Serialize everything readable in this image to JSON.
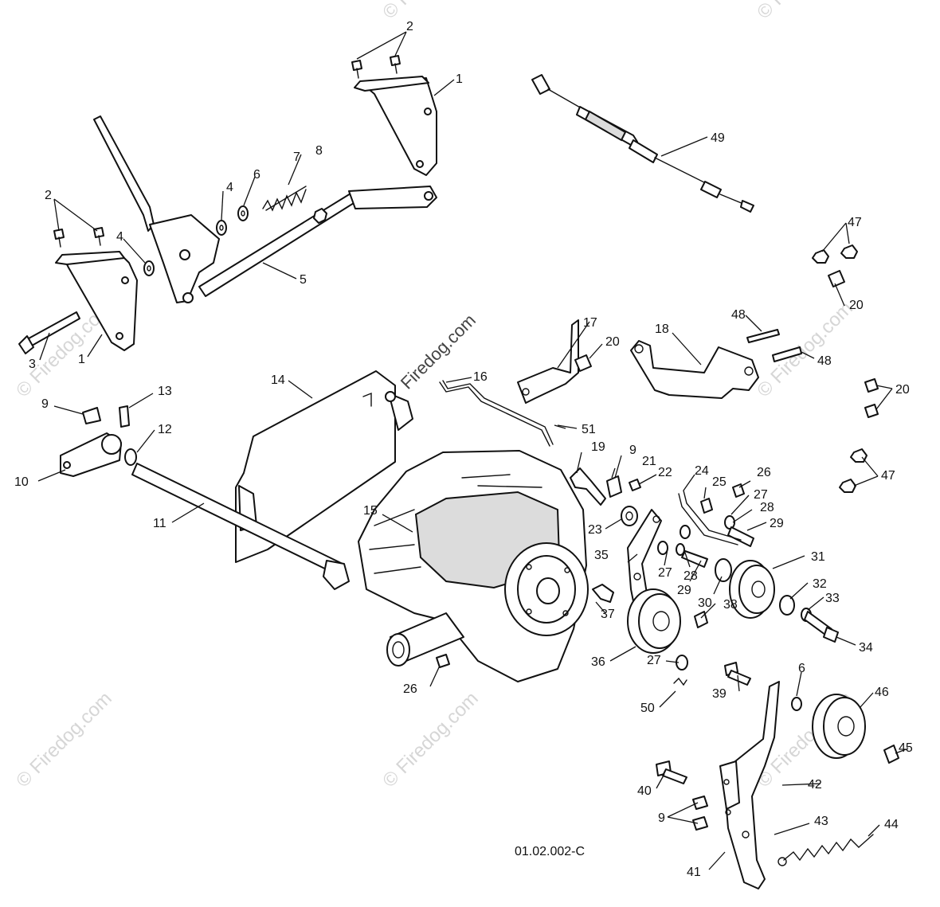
{
  "diagram": {
    "drawing_id": "01.02.002-C",
    "watermark": "© Firedog.com",
    "watermark_center": "Firedog.com"
  },
  "callouts": {
    "n1a": "1",
    "n1b": "1",
    "n2a": "2",
    "n2b": "2",
    "n3": "3",
    "n4a": "4",
    "n4b": "4",
    "n5": "5",
    "n6a": "6",
    "n6b": "6",
    "n7": "7",
    "n8": "8",
    "n9a": "9",
    "n9b": "9",
    "n9c": "9",
    "n10": "10",
    "n11": "11",
    "n12": "12",
    "n13": "13",
    "n14": "14",
    "n15": "15",
    "n16": "16",
    "n17": "17",
    "n18": "18",
    "n19": "19",
    "n20a": "20",
    "n20b": "20",
    "n20c": "20",
    "n21": "21",
    "n22": "22",
    "n23": "23",
    "n24": "24",
    "n25": "25",
    "n26a": "26",
    "n26b": "26",
    "n27a": "27",
    "n27b": "27",
    "n27c": "27",
    "n28a": "28",
    "n28b": "28",
    "n29a": "29",
    "n29b": "29",
    "n30": "30",
    "n31": "31",
    "n32": "32",
    "n33": "33",
    "n34": "34",
    "n35": "35",
    "n36": "36",
    "n37": "37",
    "n38": "38",
    "n39": "39",
    "n40": "40",
    "n41": "41",
    "n42": "42",
    "n43": "43",
    "n44": "44",
    "n45": "45",
    "n46": "46",
    "n47a": "47",
    "n47b": "47",
    "n48a": "48",
    "n48b": "48",
    "n49": "49",
    "n50": "50",
    "n51": "51"
  }
}
